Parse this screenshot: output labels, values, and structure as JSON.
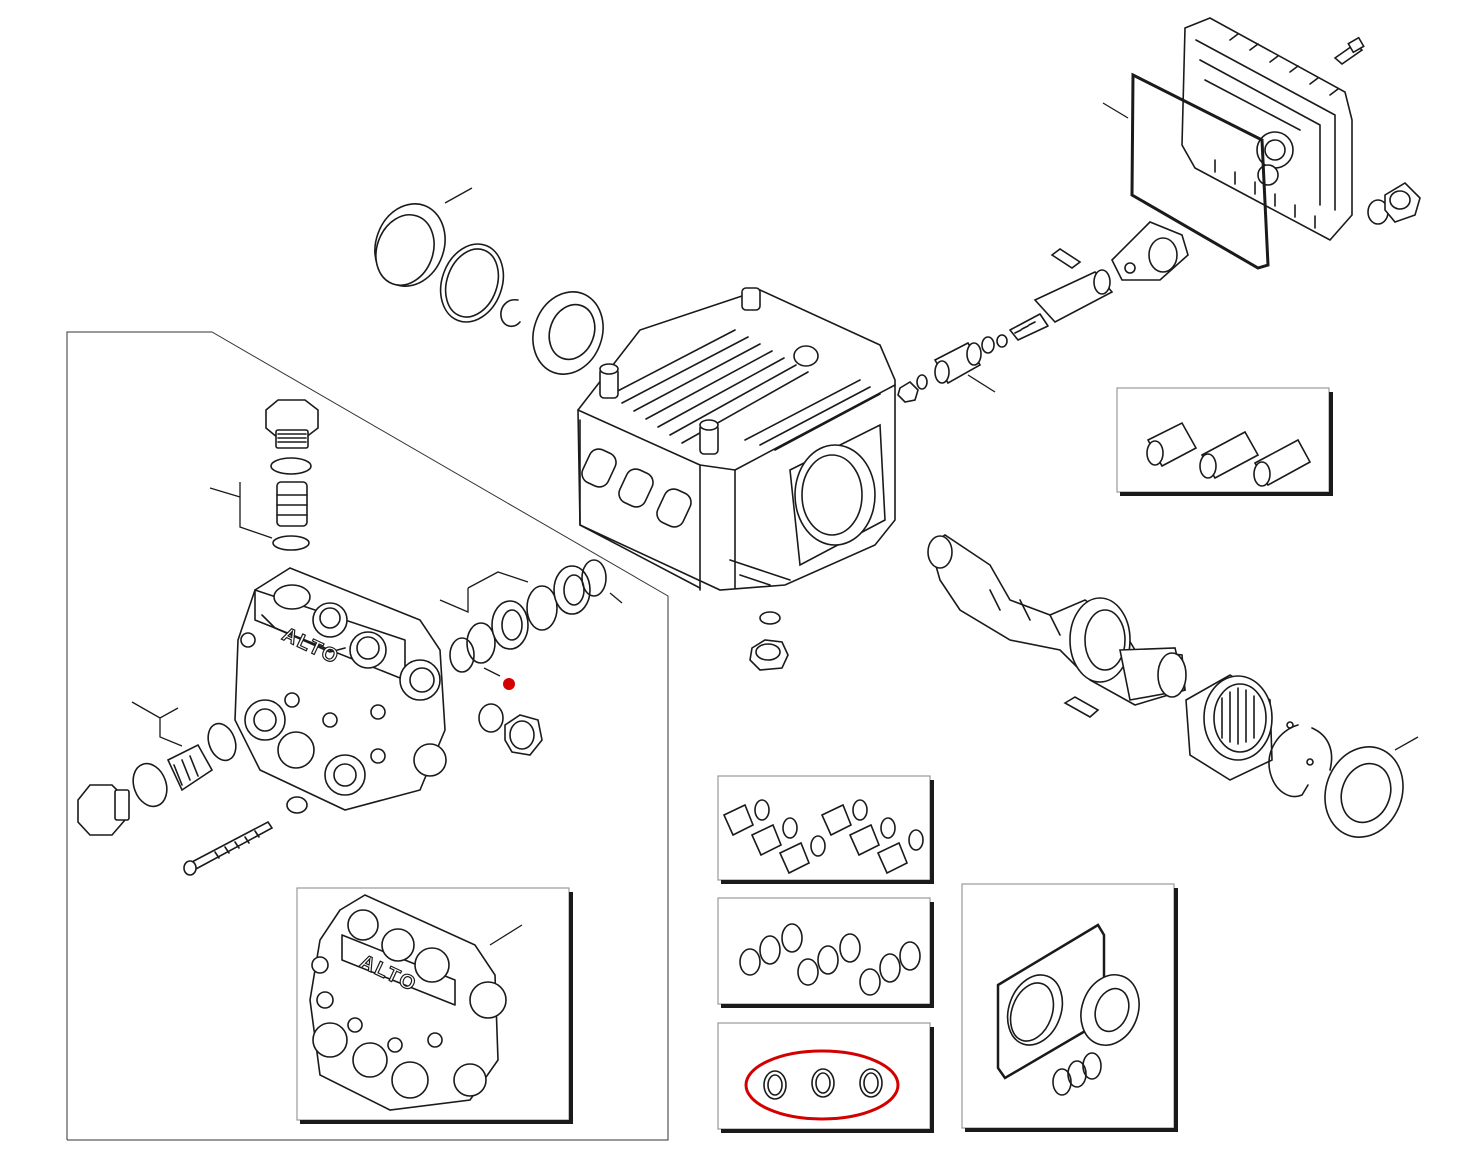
{
  "brand": {
    "logo_text_main": "ALTO",
    "logo_text_inset": "ALTO"
  },
  "colors": {
    "line": "#1a1a1a",
    "frame": "#9a9a9a",
    "highlight": "#d40000",
    "background": "#ffffff"
  },
  "highlight": {
    "description": "o-ring-kit-circled",
    "marker": "red-dot"
  }
}
